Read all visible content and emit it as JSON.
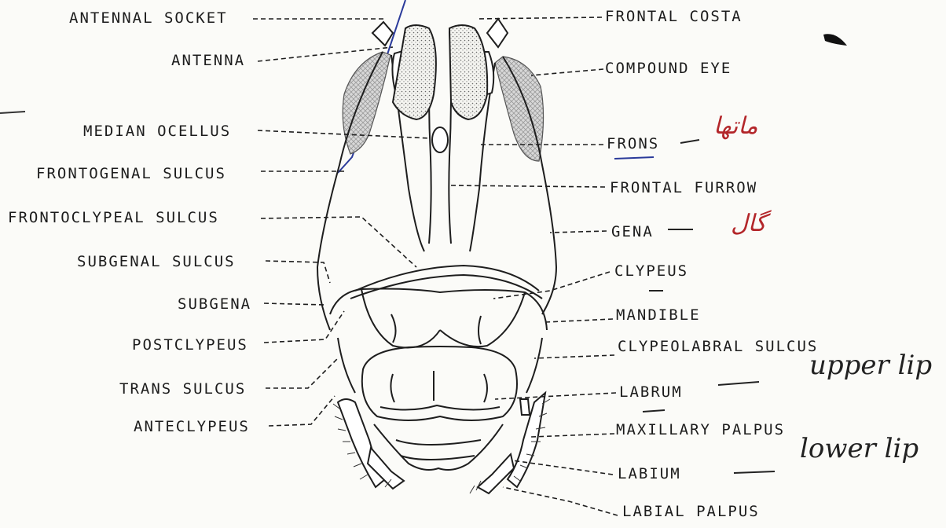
{
  "labels_left": [
    "ANTENNAL SOCKET",
    "ANTENNA",
    "MEDIAN OCELLUS",
    "FRONTOGENAL SULCUS",
    "FRONTOCLYPEAL SULCUS",
    "SUBGENAL SULCUS",
    "SUBGENA",
    "POSTCLYPEUS",
    "TRANS SULCUS",
    "ANTECLYPEUS"
  ],
  "labels_right": [
    "FRONTAL COSTA",
    "COMPOUND EYE",
    "FRONS",
    "FRONTAL FURROW",
    "GENA",
    "CLYPEUS",
    "MANDIBLE",
    "CLYPEOLABRAL SULCUS",
    "LABRUM",
    "MAXILLARY PALPUS",
    "LABIUM",
    "LABIAL PALPUS"
  ],
  "handwritten_notes": [
    {
      "near": "FRONS",
      "text": "ماتھا",
      "color": "#b3262a"
    },
    {
      "near": "GENA",
      "text": "گال",
      "color": "#b3262a"
    },
    {
      "near": "LABRUM",
      "text": "upper lip",
      "color": "#222222"
    },
    {
      "near": "LABIUM",
      "text": "lower lip",
      "color": "#222222"
    }
  ]
}
